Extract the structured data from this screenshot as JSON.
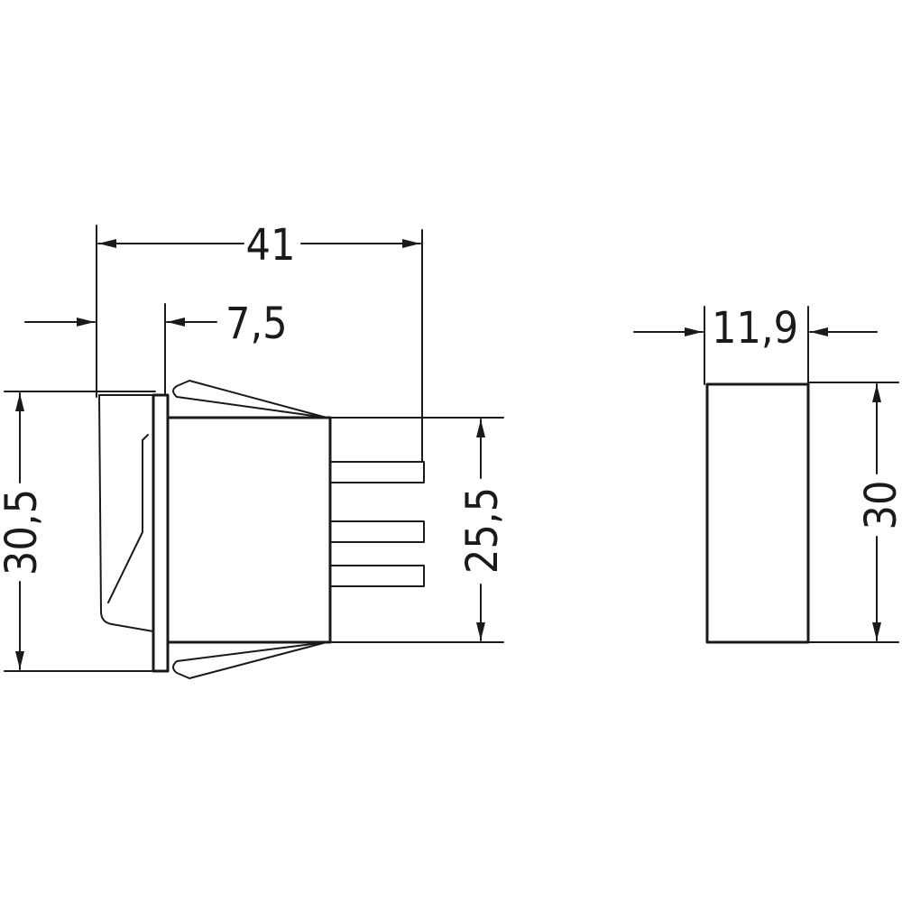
{
  "dimensions": {
    "overall_length": "41",
    "bezel_depth": "7,5",
    "bezel_height": "30,5",
    "body_height": "25,5",
    "side_width": "11,9",
    "side_height": "30"
  },
  "colors": {
    "line": "#1a1a1a",
    "background": "#ffffff"
  }
}
